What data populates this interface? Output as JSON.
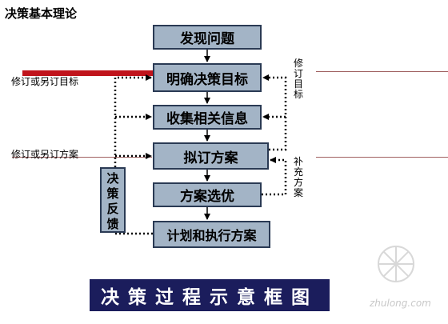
{
  "title": "决策基本理论",
  "steps": [
    "发现问题",
    "明确决策目标",
    "收集相关信息",
    "拟订方案",
    "方案选优",
    "计划和执行方案"
  ],
  "feedback_box": [
    "决",
    "策",
    "反",
    "馈"
  ],
  "side_labels": {
    "revise_goal_left": "修订或另订目标",
    "revise_plan_left": "修订或另订方案",
    "revise_goal_right": [
      "修",
      "订",
      "目",
      "标"
    ],
    "supplement_plan_right": [
      "补",
      "充",
      "方",
      "案"
    ]
  },
  "banner": "决策过程示意框图",
  "watermark": "zhulong.com",
  "colors": {
    "box_fill": "#a3b4c6",
    "banner_bg": "#1b1d5c",
    "accent_red": "#c0141c"
  }
}
